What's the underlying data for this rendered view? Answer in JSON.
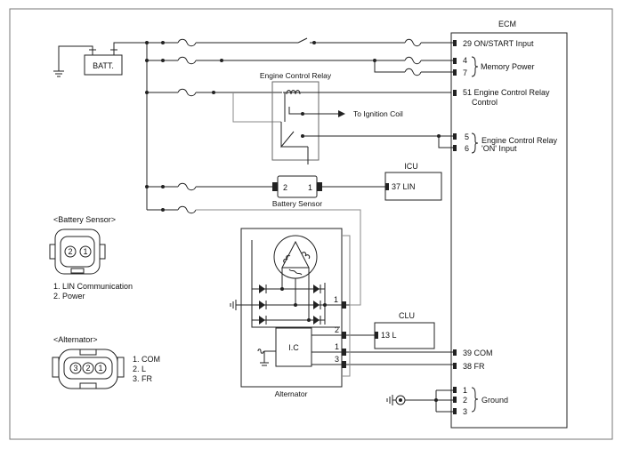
{
  "ecm": {
    "title": "ECM",
    "pins": {
      "on_start": "29 ON/START Input",
      "mem4": "4",
      "mem7": "7",
      "memory_power": "Memory Power",
      "relay_ctrl_a": "51 Engine Control Relay",
      "relay_ctrl_b": "Control",
      "on5": "5",
      "on6": "6",
      "on_input_a": "Engine Control Relay",
      "on_input_b": "'ON' Input",
      "com": "39 COM",
      "fr": "38 FR",
      "g1": "1",
      "g2": "2",
      "g3": "3",
      "ground": "Ground"
    }
  },
  "battery": {
    "label": "BATT."
  },
  "relay": {
    "title": "Engine Control Relay",
    "to_coil": "To Ignition Coil"
  },
  "battery_sensor": {
    "label": "Battery Sensor",
    "pin2": "2",
    "pin1": "1"
  },
  "icu": {
    "title": "ICU",
    "pin": "37 LIN"
  },
  "clu": {
    "title": "CLU",
    "pin": "13 L"
  },
  "alternator": {
    "label": "Alternator",
    "ic": "I.C",
    "pin_b": "1",
    "pin2": "2",
    "pin1": "1",
    "pin3": "3"
  },
  "legend_sensor": {
    "title": "<Battery Sensor>",
    "c2": "2",
    "c1": "1",
    "items": [
      "1. LIN Communication",
      "2. Power"
    ]
  },
  "legend_alt": {
    "title": "<Alternator>",
    "c3": "3",
    "c2": "2",
    "c1": "1",
    "items": [
      "1. COM",
      "2. L",
      "3. FR"
    ]
  }
}
